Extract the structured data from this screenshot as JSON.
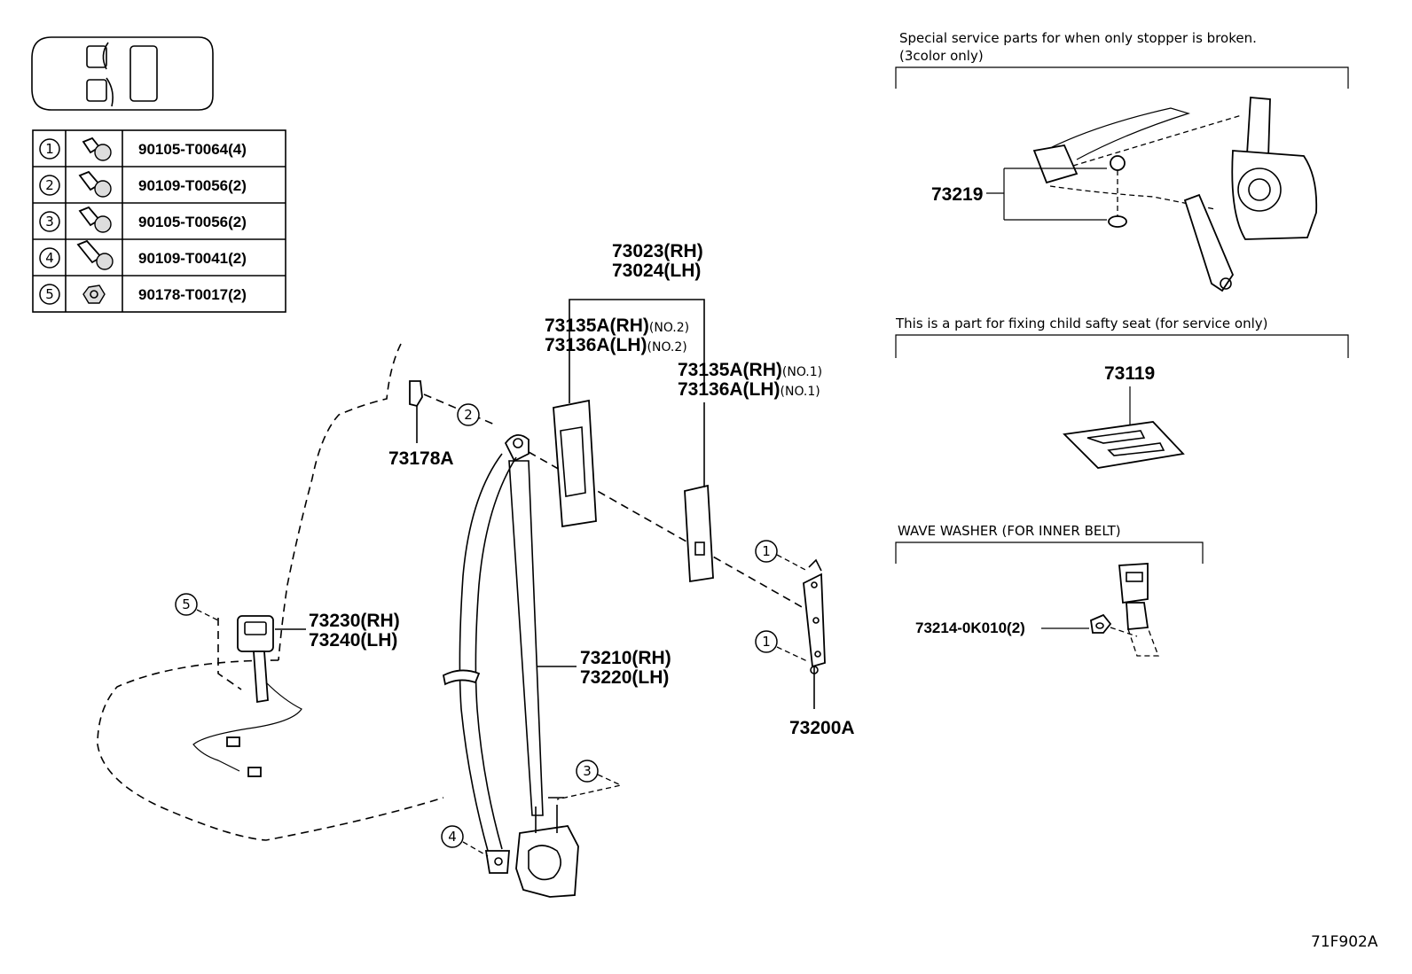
{
  "fastener_table": {
    "rows": [
      {
        "ref": "1",
        "part": "90105-T0064(4)",
        "icon": "bolt-icon"
      },
      {
        "ref": "2",
        "part": "90109-T0056(2)",
        "icon": "bolt-icon"
      },
      {
        "ref": "3",
        "part": "90105-T0056(2)",
        "icon": "bolt-icon"
      },
      {
        "ref": "4",
        "part": "90109-T0041(2)",
        "icon": "bolt-icon"
      },
      {
        "ref": "5",
        "part": "90178-T0017(2)",
        "icon": "nut-icon"
      }
    ]
  },
  "labels": {
    "p73023": "73023(RH)",
    "p73024": "73024(LH)",
    "p73135a_no2": "73135A(RH)",
    "p73135a_no2_sfx": "(NO.2)",
    "p73136a_no2": "73136A(LH)",
    "p73136a_no2_sfx": "(NO.2)",
    "p73135a_no1": "73135A(RH)",
    "p73135a_no1_sfx": "(NO.1)",
    "p73136a_no1": "73136A(LH)",
    "p73136a_no1_sfx": "(NO.1)",
    "p73178a": "73178A",
    "p73230": "73230(RH)",
    "p73240": "73240(LH)",
    "p73210": "73210(RH)",
    "p73220": "73220(LH)",
    "p73200a": "73200A",
    "p73219": "73219",
    "p73119": "73119",
    "p73214": "73214-0K010(2)"
  },
  "notes": {
    "stopper_line1": "Special service parts for when only stopper is broken.",
    "stopper_line2": "(3color only)",
    "child_seat": "This is a part for fixing child safty seat (for service only)",
    "wave_washer": "WAVE WASHER (FOR INNER BELT)"
  },
  "callouts": {
    "c1": "1",
    "c2": "2",
    "c3": "3",
    "c4": "4",
    "c5": "5"
  },
  "figure_code": "71F902A"
}
